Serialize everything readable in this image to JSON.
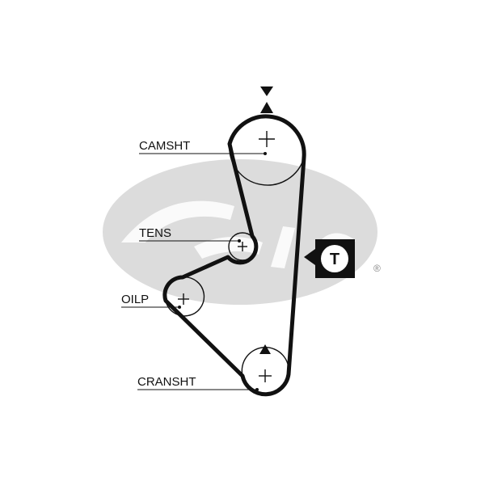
{
  "labels": {
    "camshaft": "CAMSHT",
    "tensioner": "TENS",
    "oil_pump": "OILP",
    "crankshaft": "CRANSHT"
  },
  "tensioner_marker": "T",
  "colors": {
    "belt": "#111111",
    "watermark": "#dcdcdc",
    "marker_bg": "#111111",
    "marker_fg": "#ffffff"
  },
  "icons": [
    "timing-mark-down-icon",
    "timing-mark-up-icon",
    "tensioner-marker-icon",
    "registered-icon"
  ]
}
